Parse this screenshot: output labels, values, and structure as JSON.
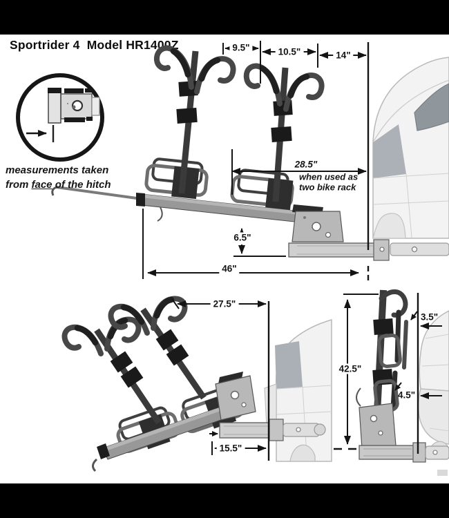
{
  "title": "Sportrider 4  Model HR1400Z",
  "inset": {
    "caption_line1": "measurements taken",
    "caption_pre": "from ",
    "caption_face": "face",
    "caption_post": " of the hitch"
  },
  "dimensions": {
    "hook_spacing": "9.5\"",
    "mast_spacing": "10.5\"",
    "inner_to_hitch": "14\"",
    "two_bike_width": "28.5\"",
    "two_bike_note1": "when used as",
    "two_bike_note2": "two bike rack",
    "tray_drop": "6.5\"",
    "total_width": "46\"",
    "tilted_reach": "27.5\"",
    "bar_length": "15.5\"",
    "folded_height": "42.5\"",
    "folded_gap_top": "3.5\"",
    "folded_gap_bottom": "4.5\""
  },
  "colors": {
    "letterbox": "#000000",
    "background": "#ffffff",
    "dim_line": "#141414",
    "rack_dark": "#3a3a3a",
    "rack_mid": "#989898",
    "rack_light": "#cfcfcf",
    "car_line": "#b8b8b8",
    "car_fill": "#f2f2f2",
    "car_window": "#8f969c"
  }
}
